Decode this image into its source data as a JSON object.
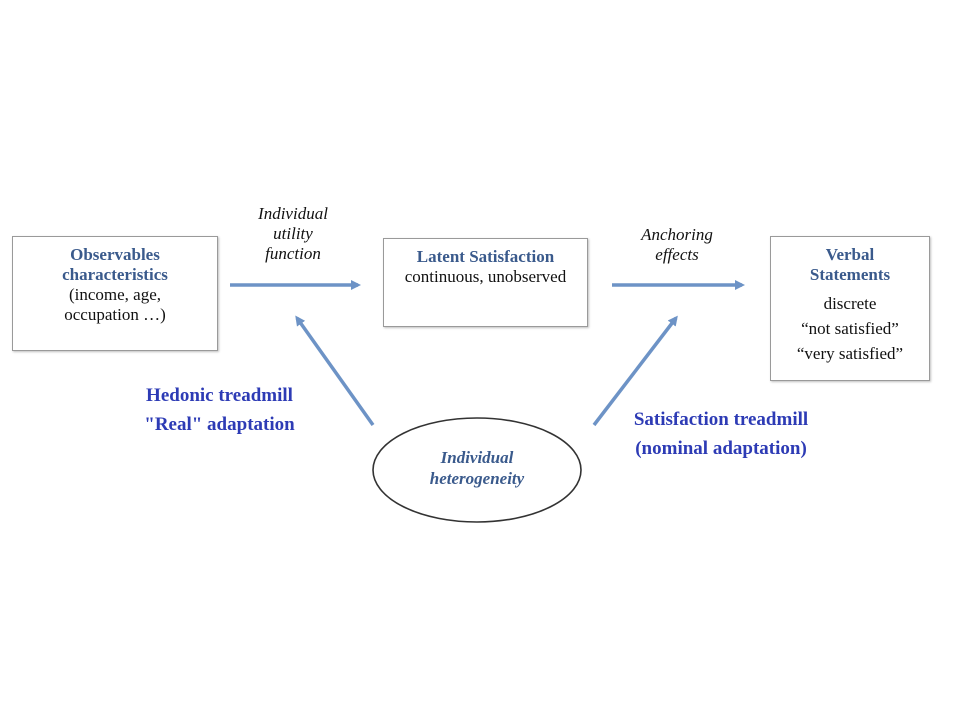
{
  "boxes": {
    "observables": {
      "title_lines": [
        "Observables",
        "characteristics"
      ],
      "body_lines": [
        "(income, age,",
        "occupation …)"
      ]
    },
    "latent": {
      "title": "Latent Satisfaction",
      "body": "continuous, unobserved"
    },
    "verbal": {
      "title_lines": [
        "Verbal",
        "Statements"
      ],
      "body_lines": [
        "discrete",
        "“not satisfied”",
        "“very satisfied”"
      ]
    }
  },
  "ellipse": {
    "lines": [
      "Individual",
      "heterogeneity"
    ]
  },
  "arrow_labels": {
    "utility": [
      "Individual",
      "utility",
      "function"
    ],
    "anchoring": [
      "Anchoring",
      "effects"
    ]
  },
  "adaptation_labels": {
    "hedonic": [
      "Hedonic treadmill",
      "\"Real\" adaptation"
    ],
    "satisfaction": [
      "Satisfaction treadmill",
      "(nominal adaptation)"
    ]
  },
  "colors": {
    "arrow": "#6d93c6",
    "title_text": "#3a5a8c",
    "adaptation_text": "#2d3bb5"
  }
}
